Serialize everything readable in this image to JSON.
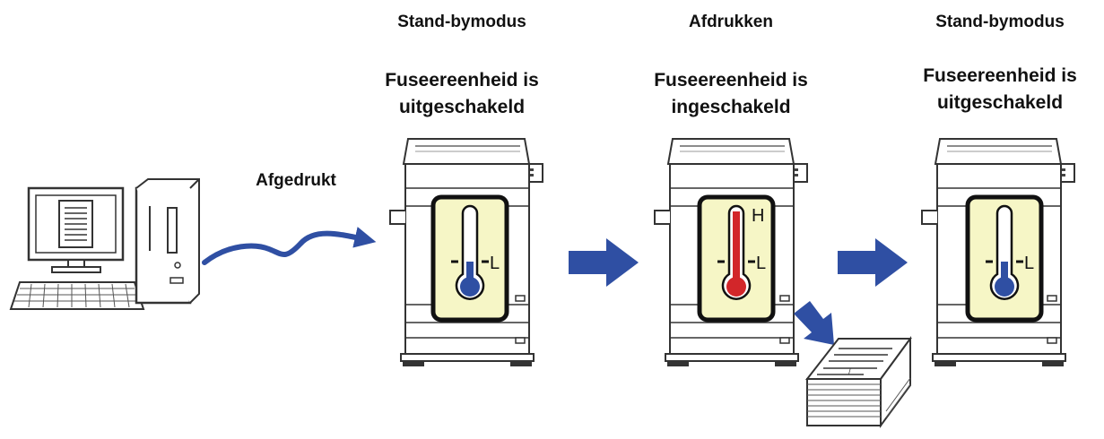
{
  "stages": [
    {
      "mode": "Stand-bymodus",
      "state_line1": "Fuseereenheid is",
      "state_line2": "uitgeschakeld",
      "temperature": "low"
    },
    {
      "mode": "Afdrukken",
      "state_line1": "Fuseereenheid is",
      "state_line2": "ingeschakeld",
      "temperature": "high"
    },
    {
      "mode": "Stand-bymodus",
      "state_line1": "Fuseereenheid is",
      "state_line2": "uitgeschakeld",
      "temperature": "low"
    }
  ],
  "sent_label": "Afgedrukt",
  "thermometer": {
    "high_mark": "H",
    "low_mark": "L"
  },
  "paper_mark": "/",
  "colors": {
    "arrow": "#2f4fa3",
    "cold": "#2f4fa3",
    "hot": "#d2262a",
    "panel": "#f6f6c6"
  }
}
